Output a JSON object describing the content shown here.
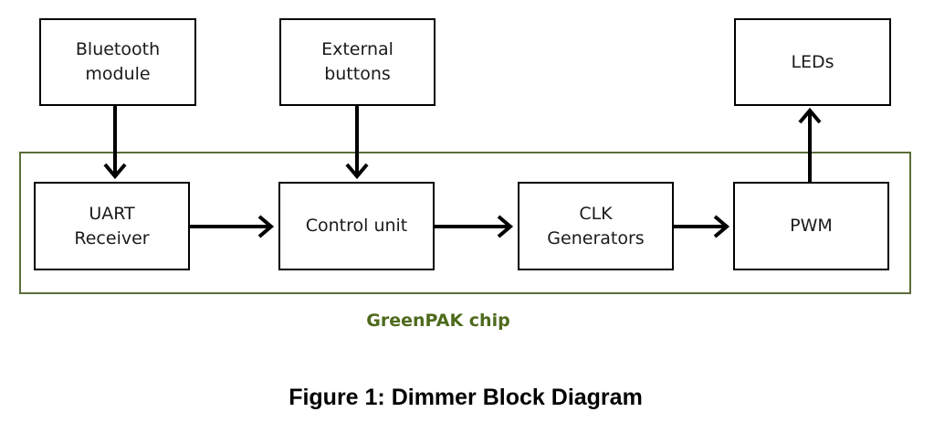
{
  "blocks": {
    "bluetooth": "Bluetooth\nmodule",
    "external_buttons": "External\nbuttons",
    "leds": "LEDs",
    "uart": "UART\nReceiver",
    "control_unit": "Control unit",
    "clk": "CLK\nGenerators",
    "pwm": "PWM"
  },
  "chip_label": "GreenPAK chip",
  "caption": "Figure 1: Dimmer Block Diagram",
  "colors": {
    "chip_border": "#5a6e3a",
    "chip_label": "#4e6a1c",
    "box_border": "#000000",
    "arrow": "#000000"
  }
}
